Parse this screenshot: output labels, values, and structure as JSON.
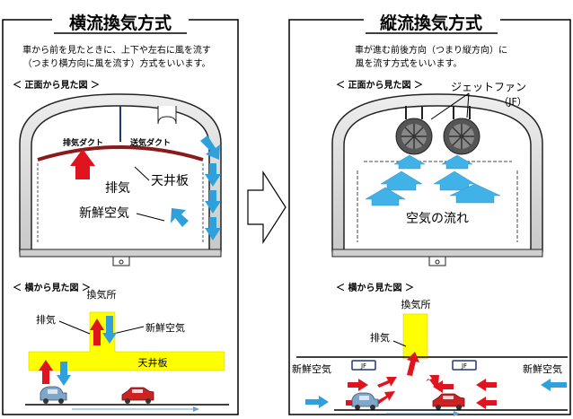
{
  "left": {
    "title": "横流換気方式",
    "description_line1": "車から前を見たときに、上下や左右に風を流す",
    "description_line2": "（つまり横方向に風を流す）方式をいいます。",
    "front_view_heading": "＜ 正面から見た図 ＞",
    "exhaust_duct": "排気ダクト",
    "supply_duct": "送気ダクト",
    "exhaust": "排気",
    "ceiling_board": "天井板",
    "fresh_air": "新鮮空気",
    "side_view_heading": "＜ 横から見た図 ＞",
    "ventilation_station": "換気所",
    "side_exhaust": "排気",
    "side_fresh_air": "新鮮空気",
    "side_ceiling": "天井板"
  },
  "right": {
    "title": "縦流換気方式",
    "description_line1": "車が進む前後方向（つまり縦方向）に",
    "description_line2": "風を流す方式をいいます。",
    "front_view_heading": "＜ 正面から見た図 ＞",
    "jet_fan": "ジェットファン",
    "jet_fan_abbr": "（JF）",
    "airflow": "空気の流れ",
    "side_view_heading": "＜ 横から見た図 ＞",
    "ventilation_station": "換気所",
    "side_exhaust": "排気",
    "fresh_air_left": "新鮮空気",
    "fresh_air_right": "新鮮空気",
    "jf_badge_1": "JF",
    "jf_badge_2": "JF"
  },
  "colors": {
    "red": "#e0141e",
    "blue": "#2ea0dc",
    "yellow": "#ffff00",
    "duct": "#8b1a1a",
    "tunnel_gray": "#d4d4d4",
    "car_blue": "#7fa7c9",
    "car_red": "#cc2222"
  }
}
